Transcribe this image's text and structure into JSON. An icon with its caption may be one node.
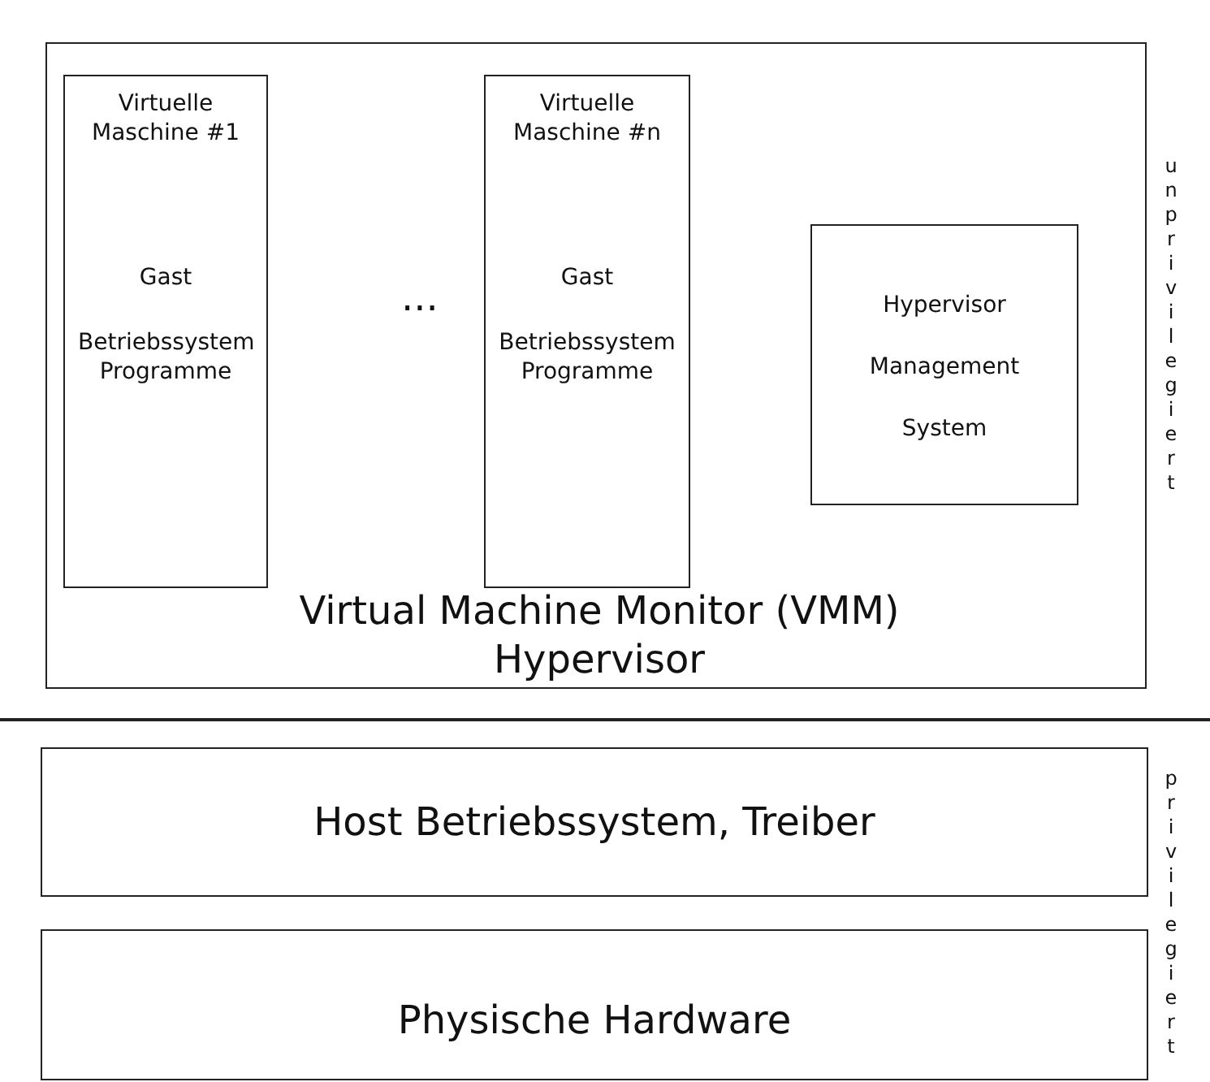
{
  "diagram": {
    "nodes": [
      {
        "text": [
          "Virtual Machine Monitor (VMM) Hypervisor"
        ]
      },
      {
        "text": [
          "Virtuelle Maschine #1",
          "Gast",
          "Betriebssystem Programme"
        ],
        "in": 0
      },
      {
        "text": [
          "Virtuelle Maschine #n",
          "Gast",
          "Betriebssystem Programme"
        ],
        "in": 0
      },
      {
        "text": [
          "Hypervisor Management System"
        ],
        "in": 0
      },
      {
        "text": [
          "Host Betriebssystem, Treiber"
        ]
      },
      {
        "text": [
          "Physische Hardware"
        ]
      }
    ],
    "edges": [],
    "labels": [
      "...",
      "unprivilegiert",
      "privilegiert"
    ]
  }
}
